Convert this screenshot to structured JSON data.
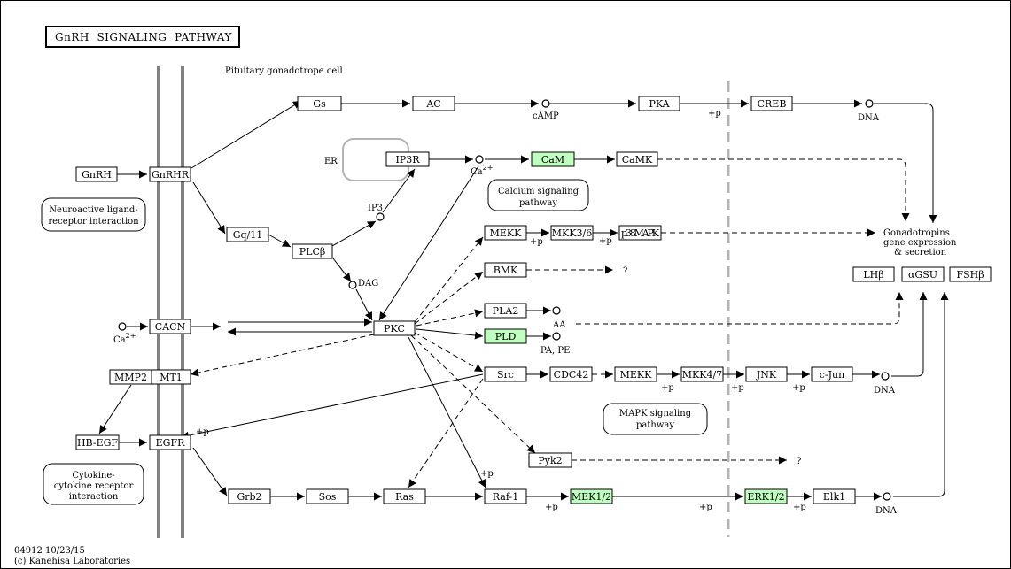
{
  "title": "GnRH  SIGNALING  PATHWAY",
  "cell_label": "Pituitary gonadotrope cell",
  "footer": {
    "line1": "04912 10/23/15",
    "line2": "(c) Kanehisa Laboratories"
  },
  "nodes": [
    {
      "id": "gnrh",
      "label": "GnRH",
      "highlight": false
    },
    {
      "id": "gnrhr",
      "label": "GnRHR",
      "highlight": false
    },
    {
      "id": "gs",
      "label": "Gs",
      "highlight": false
    },
    {
      "id": "ac",
      "label": "AC",
      "highlight": false
    },
    {
      "id": "pka",
      "label": "PKA",
      "highlight": false
    },
    {
      "id": "creb",
      "label": "CREB",
      "highlight": false
    },
    {
      "id": "ip3r",
      "label": "IP3R",
      "highlight": false
    },
    {
      "id": "cam",
      "label": "CaM",
      "highlight": true
    },
    {
      "id": "camk",
      "label": "CaMK",
      "highlight": false
    },
    {
      "id": "gq11",
      "label": "Gq/11",
      "highlight": false
    },
    {
      "id": "plcb",
      "label": "PLCβ",
      "highlight": false
    },
    {
      "id": "mekk_top",
      "label": "MEKK",
      "highlight": false
    },
    {
      "id": "mkk36",
      "label": "MKK3/6",
      "highlight": false
    },
    {
      "id": "p38",
      "label": "p38MAPK",
      "highlight": false
    },
    {
      "id": "bmk",
      "label": "BMK",
      "highlight": false
    },
    {
      "id": "pla2",
      "label": "PLA2",
      "highlight": false
    },
    {
      "id": "pld",
      "label": "PLD",
      "highlight": true
    },
    {
      "id": "cacn",
      "label": "CACN",
      "highlight": false
    },
    {
      "id": "pkc",
      "label": "PKC",
      "highlight": false
    },
    {
      "id": "mmp2",
      "label": "MMP2",
      "highlight": false
    },
    {
      "id": "mt1",
      "label": "MT1",
      "highlight": false
    },
    {
      "id": "src",
      "label": "Src",
      "highlight": false
    },
    {
      "id": "cdc42",
      "label": "CDC42",
      "highlight": false
    },
    {
      "id": "mekk_mid",
      "label": "MEKK",
      "highlight": false
    },
    {
      "id": "mkk47",
      "label": "MKK4/7",
      "highlight": false
    },
    {
      "id": "jnk",
      "label": "JNK",
      "highlight": false
    },
    {
      "id": "cjun",
      "label": "c-Jun",
      "highlight": false
    },
    {
      "id": "hbegf",
      "label": "HB-EGF",
      "highlight": false
    },
    {
      "id": "egfr",
      "label": "EGFR",
      "highlight": false
    },
    {
      "id": "pyk2",
      "label": "Pyk2",
      "highlight": false
    },
    {
      "id": "grb2",
      "label": "Grb2",
      "highlight": false
    },
    {
      "id": "sos",
      "label": "Sos",
      "highlight": false
    },
    {
      "id": "ras",
      "label": "Ras",
      "highlight": false
    },
    {
      "id": "raf1",
      "label": "Raf-1",
      "highlight": false
    },
    {
      "id": "mek12",
      "label": "MEK1/2",
      "highlight": true
    },
    {
      "id": "erk12",
      "label": "ERK1/2",
      "highlight": true
    },
    {
      "id": "elk1",
      "label": "Elk1",
      "highlight": false
    },
    {
      "id": "lhb",
      "label": "LHβ",
      "highlight": false
    },
    {
      "id": "agsu",
      "label": "αGSU",
      "highlight": false
    },
    {
      "id": "fshb",
      "label": "FSHβ",
      "highlight": false
    }
  ],
  "pathway_links": [
    {
      "id": "neuroactive",
      "line1": "Neuroactive ligand-",
      "line2": "receptor interaction"
    },
    {
      "id": "calcium",
      "line1": "Calcium signaling",
      "line2": "pathway"
    },
    {
      "id": "mapk",
      "line1": "MAPK signaling",
      "line2": "pathway"
    },
    {
      "id": "cytokine",
      "line1": "Cytokine-",
      "line2": "cytokine receptor",
      "line3": "interaction"
    }
  ],
  "compounds": {
    "camp": "cAMP",
    "ca_top": "Ca",
    "ca_left": "Ca",
    "ca_sup": "2+",
    "ip3": "IP3",
    "dag": "DAG",
    "aa": "AA",
    "pa_pe": "PA, PE",
    "dna_top": "DNA",
    "dna_mid": "DNA",
    "dna_bottom": "DNA"
  },
  "labels": {
    "er": "ER",
    "gonado1": "Gonadotropins",
    "gonado2": "gene expression",
    "gonado3": "& secretion",
    "q1": "?",
    "q2": "?",
    "plus_p": "+p"
  },
  "colors": {
    "highlight": "#bfffbf",
    "membrane": "#808080",
    "er": "#b4b4b4",
    "boundary": "#b4b4b4"
  }
}
